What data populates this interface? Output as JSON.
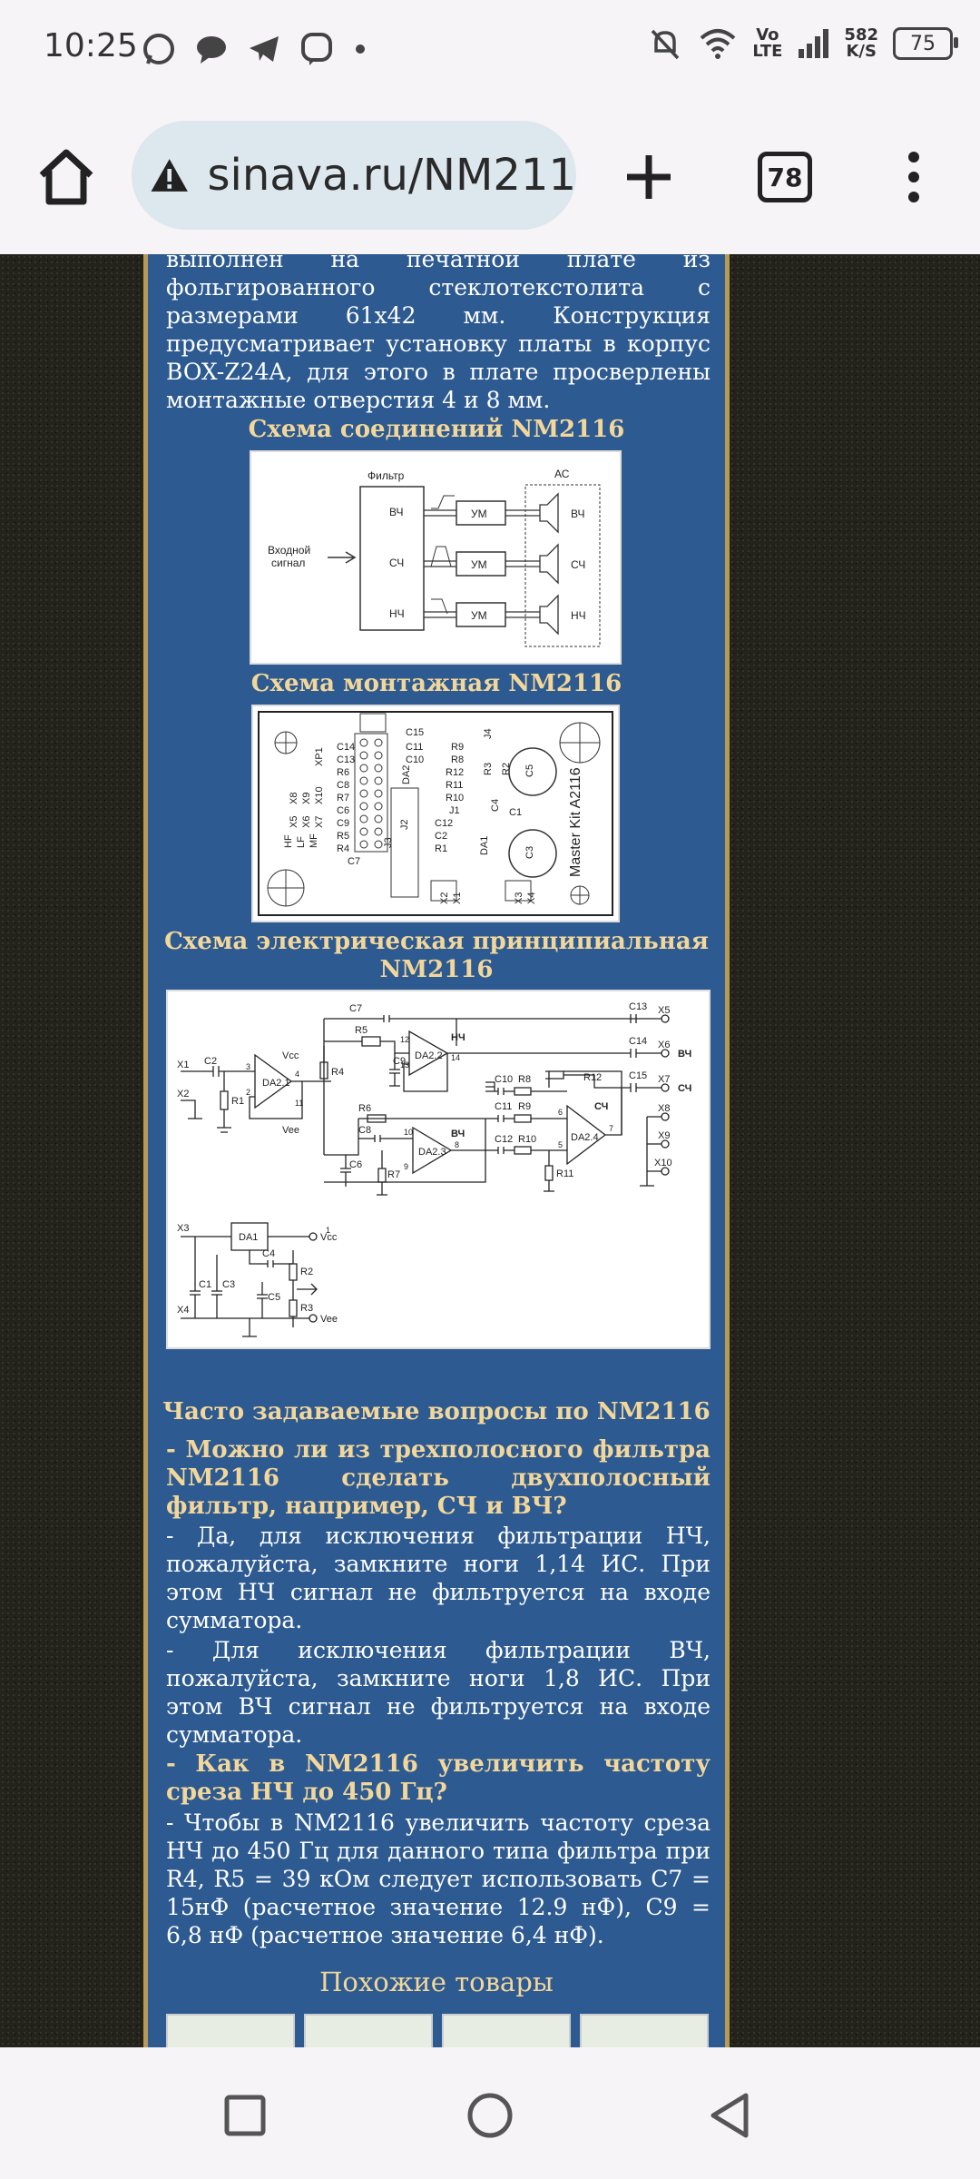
{
  "status_bar": {
    "time": "10:25",
    "network_top": "Vo",
    "network_bottom": "LTE",
    "speed_value": "582",
    "speed_unit": "K/S",
    "battery": "75",
    "icons": [
      "whatsapp-icon",
      "chat-icon",
      "telegram-icon",
      "viber-icon",
      "dot-icon",
      "mute-icon",
      "wifi-icon",
      "signal-icon",
      "battery-icon"
    ]
  },
  "browser": {
    "url": "sinava.ru/NM211",
    "tab_count": "78",
    "icons": [
      "home-icon",
      "warning-icon",
      "new-tab-icon",
      "tabs-icon",
      "more-icon"
    ]
  },
  "article": {
    "intro_lines": [
      "выполнен на печатной плате из",
      "фольгированного стеклотекстолита с",
      "размерами 61x42 мм. Конструкция",
      "предусматривает установку платы в корпус",
      "BOX-Z24A, для этого в плате просверлены",
      "монтажные отверстия 4 и 8 мм."
    ],
    "h_connections": "Схема соединений NM2116",
    "h_assembly": "Схема монтажная NM2116",
    "h_schematic_1": "Схема электрическая принципиальная",
    "h_schematic_2": "NM2116",
    "h_faq": "Часто задаваемые вопросы по NM2116",
    "q1": "- Можно ли из трехполосного фильтра NM2116 сделать двухполосный фильтр, например, СЧ и ВЧ?",
    "a1_1": "- Да, для исключения фильтрации НЧ, пожалуйста, замкните ноги 1,14 ИС. При этом НЧ сигнал не фильтруется на входе сумматора.",
    "a1_2": "- Для исключения фильтрации ВЧ, пожалуйста, замкните ноги 1,8 ИС. При этом ВЧ сигнал не фильтруется на входе сумматора.",
    "q2": "- Как в NM2116 увеличить частоту среза НЧ до 450 Гц?",
    "a2": "- Чтобы в NM2116 увеличить частоту среза НЧ до 450 Гц для данного типа фильтра при R4, R5 = 39 кОм следует использовать C7 = 15нФ (расчетное значение 12.9 нФ), C9 = 6,8 нФ (расчетное значение 6,4 нФ).",
    "h_similar": "Похожие товары"
  },
  "diagram_connections": {
    "filter": "Фильтр",
    "input_1": "Входной",
    "input_2": "сигнал",
    "bands": [
      "ВЧ",
      "СЧ",
      "НЧ"
    ],
    "amp": "УМ",
    "speaker_box": "АС"
  },
  "diagram_assembly": {
    "brand": "Master Kit A2116",
    "labels": [
      "XP1",
      "C15",
      "C14",
      "C11",
      "C13",
      "C10",
      "R9",
      "R8",
      "R6",
      "R12",
      "C8",
      "R11",
      "R7",
      "R10",
      "C6",
      "J1",
      "C9",
      "C12",
      "R5",
      "C2",
      "R4",
      "R1",
      "C7",
      "DA1",
      "C5",
      "C3",
      "C1",
      "C4",
      "R3",
      "R2",
      "X2",
      "X1",
      "X3",
      "X4",
      "J4",
      "J2",
      "J3",
      "DA2",
      "HF",
      "LF",
      "MF",
      "X8",
      "X9",
      "X10",
      "X5",
      "X6",
      "X7"
    ]
  },
  "diagram_schematic": {
    "labels": [
      "C7",
      "R5",
      "C9",
      "R4",
      "DA2.2",
      "НЧ",
      "C13",
      "X5",
      "C14",
      "X6",
      "ВЧ",
      "C15",
      "X7",
      "СЧ",
      "X1",
      "C2",
      "Vcc",
      "R1",
      "DA2.1",
      "Vee",
      "X2",
      "R6",
      "C8",
      "C6",
      "R7",
      "DA2.3",
      "C10",
      "R8",
      "R12",
      "C11",
      "R9",
      "C12",
      "R10",
      "R11",
      "DA2.4",
      "X8",
      "X9",
      "X10",
      "X3",
      "DA1",
      "C1",
      "C3",
      "C4",
      "R2",
      "C5",
      "R3",
      "X4"
    ],
    "pins": [
      "3",
      "2",
      "4",
      "11",
      "1",
      "12",
      "13",
      "14",
      "10",
      "9",
      "8",
      "6",
      "5",
      "7"
    ]
  },
  "nav": {
    "icons": [
      "recents-square-icon",
      "home-circle-icon",
      "back-triangle-icon"
    ]
  }
}
